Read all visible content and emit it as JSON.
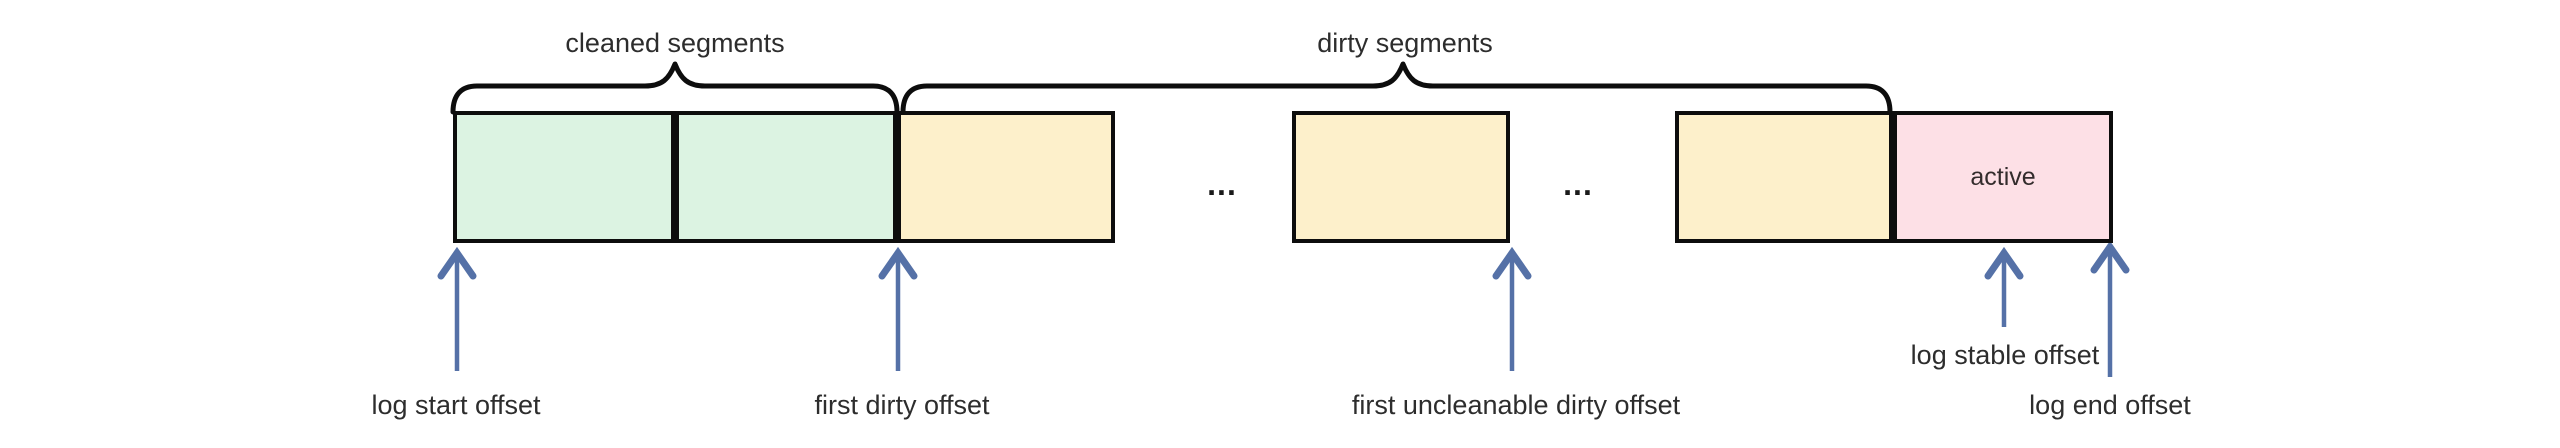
{
  "diagram": {
    "brace_labels": {
      "cleaned": "cleaned segments",
      "dirty": "dirty segments"
    },
    "segments": {
      "active_label": "active",
      "ellipsis": "..."
    },
    "offset_labels": {
      "log_start": "log start offset",
      "first_dirty": "first dirty offset",
      "first_uncleanable": "first uncleanable dirty offset",
      "log_stable": "log stable offset",
      "log_end": "log end offset"
    }
  },
  "colors": {
    "cleaned_segment": "#dcf3e2",
    "dirty_segment": "#fdf0cb",
    "active_segment": "#fde0e6",
    "border": "#0d0d0d",
    "arrow": "#5571a7",
    "text": "#2d2d2d"
  }
}
